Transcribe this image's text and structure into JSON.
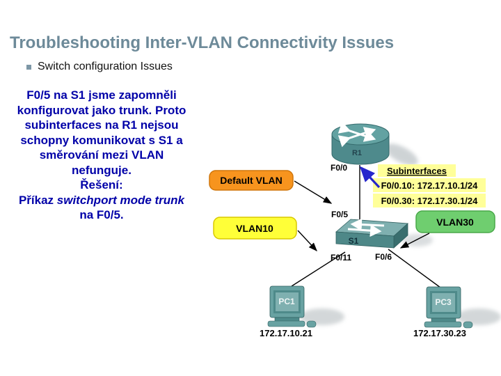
{
  "slide": {
    "title": "Troubleshooting Inter-VLAN Connectivity Issues",
    "bullet": "Switch configuration Issues"
  },
  "note": {
    "lines": [
      "F0/5 na S1 jsme zapomněli",
      "konfigurovat jako trunk. Proto",
      "subinterfaces na R1 nejsou",
      "schopny komunikovat s S1 a",
      "směrování mezi VLAN",
      "nefunguje.",
      "Řešení:"
    ],
    "cmd_prefix": "Příkaz ",
    "cmd": "switchport mode trunk",
    "cmd_suffix": "na F0/5."
  },
  "diagram": {
    "router": {
      "name": "R1",
      "port": "F0/0"
    },
    "switch": {
      "name": "S1",
      "trunk_port": "F0/5",
      "pc1_port": "F0/11",
      "pc3_port": "F0/6"
    },
    "pc1": {
      "name": "PC1",
      "ip": "172.17.10.21"
    },
    "pc3": {
      "name": "PC3",
      "ip": "172.17.30.23"
    },
    "callouts": {
      "default_vlan": "Default VLAN",
      "vlan10": "VLAN10",
      "vlan30": "VLAN30",
      "subinterfaces_title": "Subinterfaces",
      "subinterface_1": "F0/0.10: 172.17.10.1/24",
      "subinterface_2": "F0/0.30: 172.17.30.1/24"
    },
    "colors": {
      "title": "#6d8a99",
      "note_text": "#0000a8",
      "default_vlan_box": "#f7941e",
      "vlan10_box": "#ffff38",
      "vlan30_box": "#6fce6f",
      "subinterfaces_highlight": "#ffff99",
      "device_teal": "#4e8a8a",
      "blue_arrow": "#2626cc"
    }
  }
}
